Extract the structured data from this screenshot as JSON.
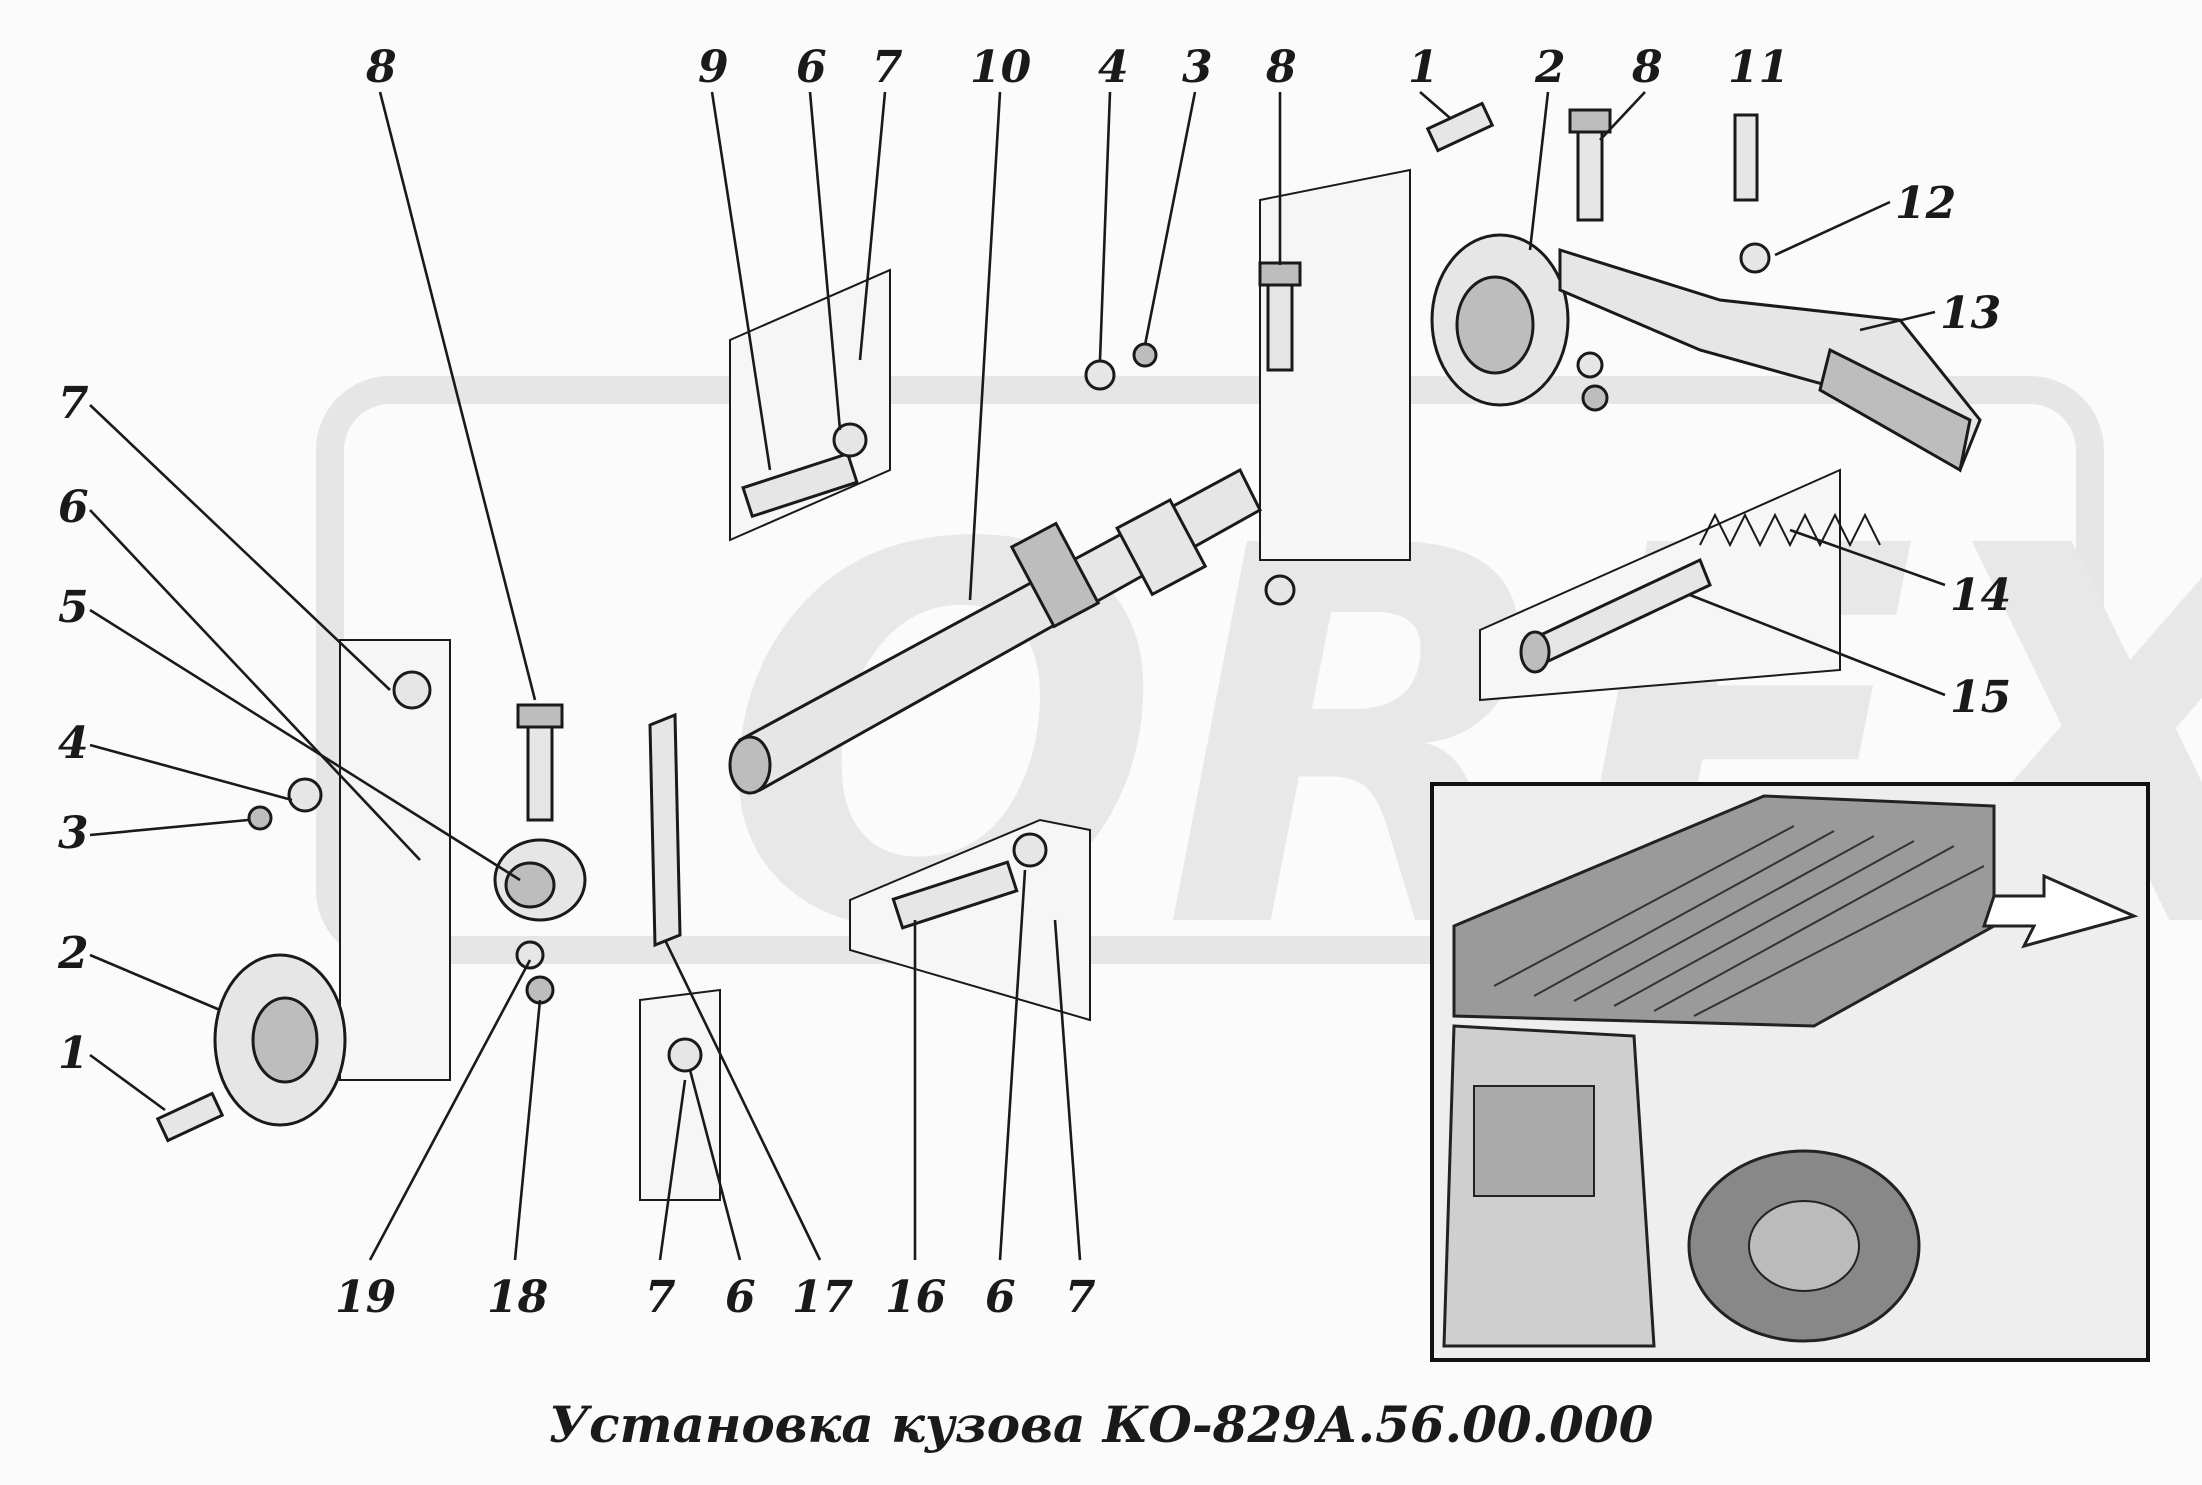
{
  "caption": "Установка кузова КО-829А.56.00.000",
  "watermark": "OREX",
  "callouts": [
    "1",
    "2",
    "3",
    "4",
    "5",
    "6",
    "7",
    "8",
    "9",
    "10",
    "11",
    "12",
    "13",
    "14",
    "15",
    "16",
    "17",
    "18",
    "19"
  ],
  "labels": [
    {
      "id": "l8a",
      "text": "8"
    },
    {
      "id": "l9",
      "text": "9"
    },
    {
      "id": "l6a",
      "text": "6"
    },
    {
      "id": "l7a",
      "text": "7"
    },
    {
      "id": "l10",
      "text": "10"
    },
    {
      "id": "l4a",
      "text": "4"
    },
    {
      "id": "l3a",
      "text": "3"
    },
    {
      "id": "l8b",
      "text": "8"
    },
    {
      "id": "l1a",
      "text": "1"
    },
    {
      "id": "l2a",
      "text": "2"
    },
    {
      "id": "l8c",
      "text": "8"
    },
    {
      "id": "l11",
      "text": "11"
    },
    {
      "id": "l12",
      "text": "12"
    },
    {
      "id": "l13",
      "text": "13"
    },
    {
      "id": "l14",
      "text": "14"
    },
    {
      "id": "l15",
      "text": "15"
    },
    {
      "id": "l7b",
      "text": "7"
    },
    {
      "id": "l6b",
      "text": "6"
    },
    {
      "id": "l5",
      "text": "5"
    },
    {
      "id": "l4b",
      "text": "4"
    },
    {
      "id": "l3b",
      "text": "3"
    },
    {
      "id": "l2b",
      "text": "2"
    },
    {
      "id": "l1b",
      "text": "1"
    },
    {
      "id": "l19",
      "text": "19"
    },
    {
      "id": "l18",
      "text": "18"
    },
    {
      "id": "l7c",
      "text": "7"
    },
    {
      "id": "l6c",
      "text": "6"
    },
    {
      "id": "l17",
      "text": "17"
    },
    {
      "id": "l16",
      "text": "16"
    },
    {
      "id": "l6d",
      "text": "6"
    },
    {
      "id": "l7d",
      "text": "7"
    }
  ]
}
